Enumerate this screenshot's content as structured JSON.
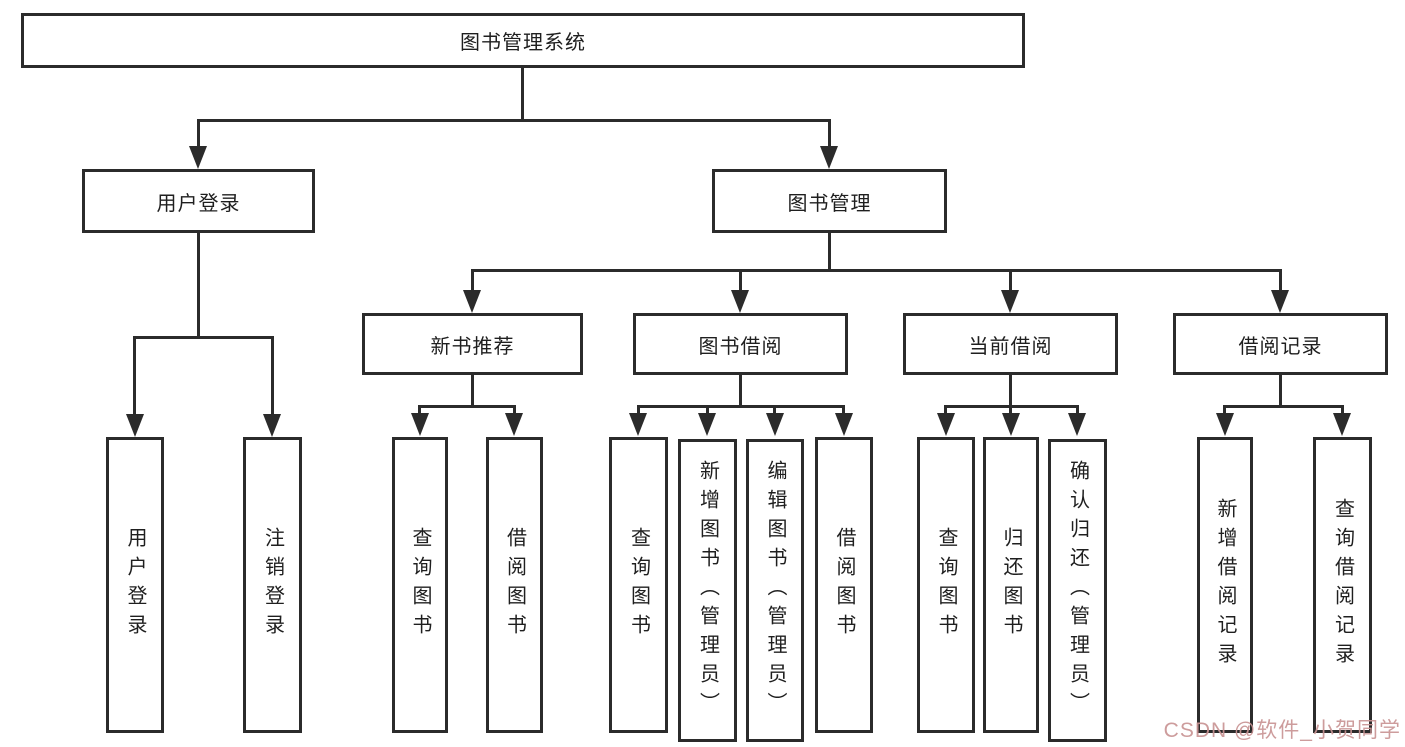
{
  "diagram": {
    "root": {
      "label": "图书管理系统",
      "children": [
        {
          "label": "用户登录",
          "children": [
            {
              "label": "用户登录"
            },
            {
              "label": "注销登录"
            }
          ]
        },
        {
          "label": "图书管理",
          "children": [
            {
              "label": "新书推荐",
              "children": [
                {
                  "label": "查询图书"
                },
                {
                  "label": "借阅图书"
                }
              ]
            },
            {
              "label": "图书借阅",
              "children": [
                {
                  "label": "查询图书"
                },
                {
                  "label": "新增图书（管理员）"
                },
                {
                  "label": "编辑图书（管理员）"
                },
                {
                  "label": "借阅图书"
                }
              ]
            },
            {
              "label": "当前借阅",
              "children": [
                {
                  "label": "查询图书"
                },
                {
                  "label": "归还图书"
                },
                {
                  "label": "确认归还（管理员）"
                }
              ]
            },
            {
              "label": "借阅记录",
              "children": [
                {
                  "label": "新增借阅记录"
                },
                {
                  "label": "查询借阅记录"
                }
              ]
            }
          ]
        }
      ]
    },
    "colors": {
      "line": "#2b2b2b",
      "box_background": "#ffffff",
      "text": "#1f1f1f",
      "watermark": "#c99494"
    }
  },
  "watermark": {
    "text": "CSDN @软件_小贺同学"
  }
}
